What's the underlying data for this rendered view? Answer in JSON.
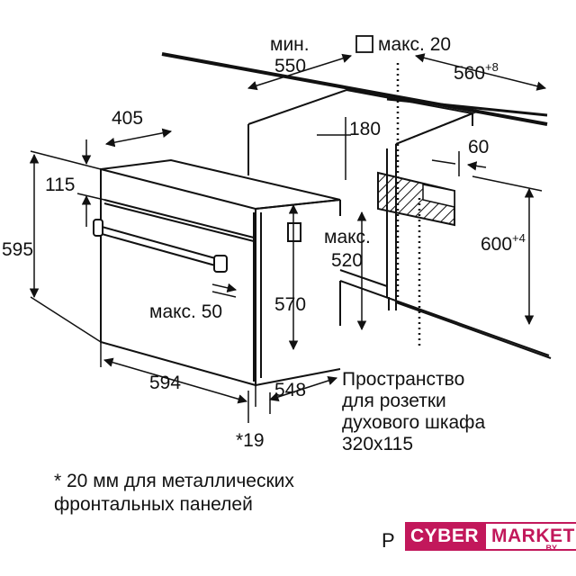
{
  "diagram": {
    "labels": {
      "min_label": "мин.",
      "min_value": "550",
      "max20": "макс. 20",
      "w560": "560",
      "w560_tol": "+8",
      "d405": "405",
      "d180": "180",
      "d60": "60",
      "d115": "115",
      "h595": "595",
      "h600": "600",
      "h600_tol": "+4",
      "max_label_520": "макс.",
      "d520": "520",
      "h570": "570",
      "max50": "макс. 50",
      "w594": "594",
      "d548": "548",
      "star19": "*19"
    },
    "socket_note": [
      "Пространство",
      "для розетки",
      "духового шкафа",
      "320x115"
    ],
    "footnote": [
      "* 20 мм для металлических",
      "фронтальных панелей"
    ],
    "page_mark": "P"
  },
  "brand": {
    "left": "CYBER",
    "right": "MARKET",
    "suffix": ".BY",
    "color": "#c2185b"
  }
}
